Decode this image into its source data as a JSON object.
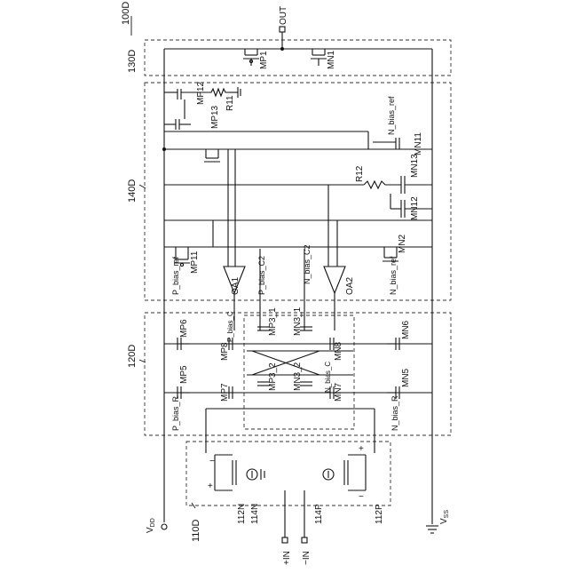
{
  "figure_ref": "100D",
  "blocks": {
    "b130": "130D",
    "b140": "140D",
    "b120": "120D",
    "b110": "110D"
  },
  "terminals": {
    "out": "OUT",
    "vdd": "V",
    "vdd_sub": "DD",
    "vss": "V",
    "vss_sub": "SS",
    "inp": "+IN",
    "inn": "−IN"
  },
  "transistors": {
    "mp1": "MP1",
    "mn1": "MN1",
    "mp12": "MP12",
    "mp13": "MP13",
    "mn11": "MN11",
    "mn13": "MN13",
    "mn12": "MN12",
    "mn2": "MN2",
    "mp11": "MP11",
    "mp6": "MP6",
    "mp5": "MP5",
    "mp8": "MP8",
    "mp7": "MP7",
    "mp3_1": "MP3_1",
    "mn3_1": "MN3_1",
    "mp3_2": "MP3_2",
    "mn3_2": "MN3_2",
    "mn8": "MN8",
    "mn7": "MN7",
    "mn6": "MN6",
    "mn5": "MN5"
  },
  "resistors": {
    "r11": "R11",
    "r12": "R12"
  },
  "amplifiers": {
    "oa1": "OA1",
    "oa2": "OA2"
  },
  "signals": {
    "p_bias_ref": "P_bias_ref",
    "n_bias_ref": "N_bias_ref",
    "p_bias_c2": "P_bias_C2",
    "n_bias_c2": "N_bias_C2",
    "p_bias_c": "P_bias_C",
    "n_bias_c": "N_bias_C",
    "p_bias_r": "P_bias_R",
    "n_bias_r": "N_bias_R"
  },
  "input_stage": {
    "n112": "112N",
    "n114": "114N",
    "p112": "112P",
    "p114": "114P",
    "plus": "+",
    "minus": "−"
  }
}
